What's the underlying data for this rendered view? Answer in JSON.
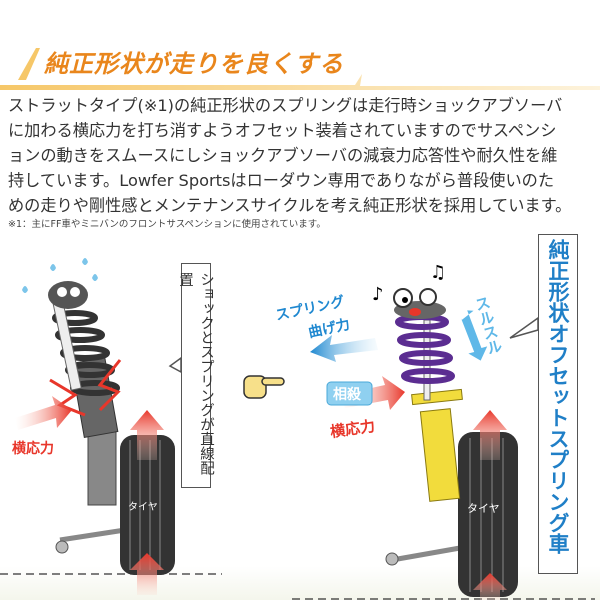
{
  "heading": "純正形状が走りを良くする",
  "body_lines": [
    "ストラットタイプ(※1)の純正形状のスプリングは走行時ショックアブソーバ",
    "に加わる横応力を打ち消すようオフセット装着されていますのでサスペンシ",
    "ョンの動きをスムースにしショックアブソーバの減衰力応答性や耐久性を維",
    "持しています。Lowfer Sportsはローダウン専用でありながら普段使いのた",
    "めの走りや剛性感とメンテナンスサイクルを考え純正形状を採用しています。"
  ],
  "footnote": "※1：主にFF車やミニバンのフロントサスペンションに使用されています。",
  "left_diagram": {
    "callout": "ショックとスプリングが直線配置",
    "force_label": "横応力",
    "tire_label": "タイヤ"
  },
  "right_diagram": {
    "callout": "純正形状オフセットスプリング車",
    "spring_force_label_1": "スプリング",
    "spring_force_label_2": "曲げ力",
    "cancel_label": "相殺",
    "force_label": "横応力",
    "smooth_label": "スルスル",
    "tire_label": "タイヤ"
  },
  "colors": {
    "heading": "#e9861c",
    "accent_blue": "#1f7fc7",
    "force_red": "#e8362a",
    "spring_purple": "#5b2d91",
    "shock_yellow": "#f2dc3c"
  }
}
